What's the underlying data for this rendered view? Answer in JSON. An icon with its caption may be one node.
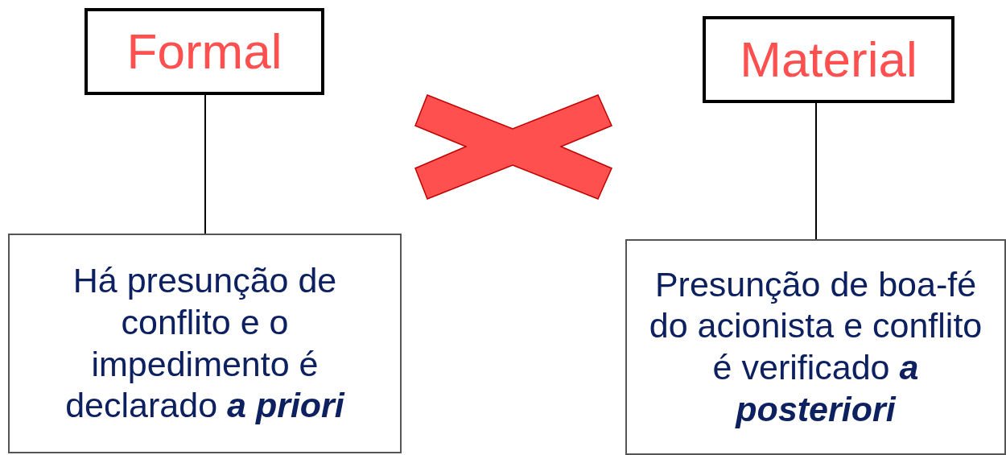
{
  "diagram": {
    "nodes": [
      {
        "text": [
          "Formal"
        ]
      },
      {
        "text": [
          "Material"
        ]
      },
      {
        "text": [
          "Há presunção de conflito e o impedimento é declarado **a priori**"
        ]
      },
      {
        "text": [
          "Presunção de boa-fé do acionista e conflito é verificado **a posteriori**"
        ]
      },
      {
        "text": [],
        "shape": "cross"
      }
    ],
    "edges": [
      {
        "from": 0,
        "to": 2,
        "arrow": "none"
      },
      {
        "from": 1,
        "to": 3,
        "arrow": "none"
      }
    ]
  }
}
